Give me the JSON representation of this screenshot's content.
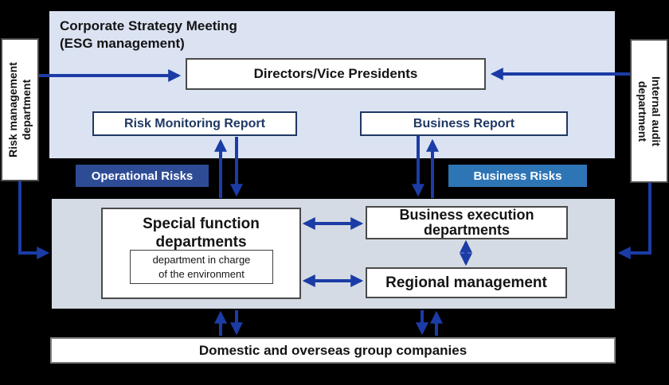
{
  "colors": {
    "background": "#000000",
    "top_panel_bg": "#dbe3f3",
    "middle_panel_bg": "#d5dbe4",
    "arrow": "#1b3ca6",
    "operational_risks_bg": "#2e4c96",
    "business_risks_bg": "#2e75b6",
    "report_accent": "#1f3864"
  },
  "top_panel": {
    "title_lines": [
      "Corporate Strategy Meeting",
      "(ESG management)"
    ],
    "directors_label": "Directors/Vice Presidents",
    "risk_monitoring_report_label": "Risk Monitoring Report",
    "business_report_label": "Business Report"
  },
  "badges": {
    "operational_risks": "Operational Risks",
    "business_risks": "Business Risks"
  },
  "middle_panel": {
    "special_function_lines": [
      "Special function",
      "departments"
    ],
    "environment_dept_lines": [
      "department in charge",
      "of the environment"
    ],
    "business_execution_lines": [
      "Business execution",
      "departments"
    ],
    "regional_management_label": "Regional management"
  },
  "side_panels": {
    "risk_management_lines": [
      "Risk management",
      "department"
    ],
    "internal_audit_lines": [
      "Internal audit",
      "department"
    ]
  },
  "bottom": {
    "group_companies_label": "Domestic and overseas group companies"
  }
}
